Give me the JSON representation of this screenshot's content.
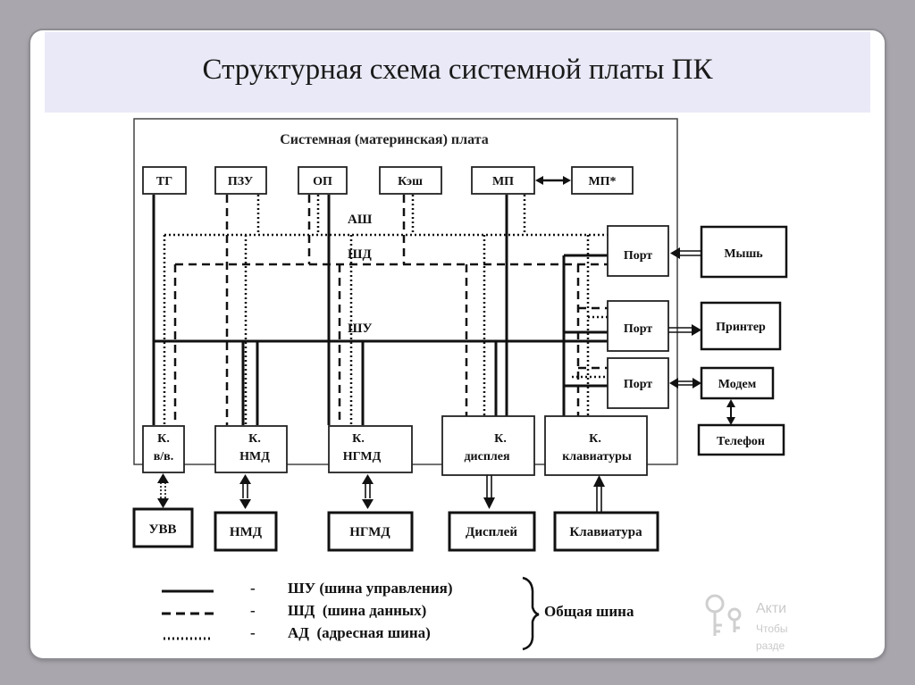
{
  "slide": {
    "title": "Структурная схема системной платы ПК"
  },
  "board": {
    "label": "Системная (материнская) плата",
    "top_blocks": [
      "ТГ",
      "ПЗУ",
      "ОП",
      "Кэш",
      "МП"
    ],
    "coprocessor": "МП*",
    "bus_labels": {
      "address": "АШ",
      "data": "ШД",
      "control": "ШУ"
    },
    "ports": [
      "Порт",
      "Порт",
      "Порт"
    ],
    "controllers": [
      {
        "line1": "К.",
        "line2": "в/в."
      },
      {
        "line1": "К.",
        "line2": "НМД"
      },
      {
        "line1": "К.",
        "line2": "НГМД"
      },
      {
        "line1": "К.",
        "line2": "дисплея"
      },
      {
        "line1": "К.",
        "line2": "клавиатуры"
      }
    ]
  },
  "external": {
    "right": [
      "Мышь",
      "Принтер",
      "Модем",
      "Телефон"
    ],
    "bottom": [
      "УВВ",
      "НМД",
      "НГМД",
      "Дисплей",
      "Клавиатура"
    ]
  },
  "legend": {
    "items": [
      {
        "dash": "-",
        "text": "ШУ (шина управления)"
      },
      {
        "dash": "-",
        "text": "ШД  (шина данных)"
      },
      {
        "dash": "-",
        "text": "АД  (адресная шина)"
      }
    ],
    "group_label": "Общая шина"
  },
  "watermark": {
    "line1": "Акти",
    "line2": "Чтобы",
    "line3": "разде"
  }
}
